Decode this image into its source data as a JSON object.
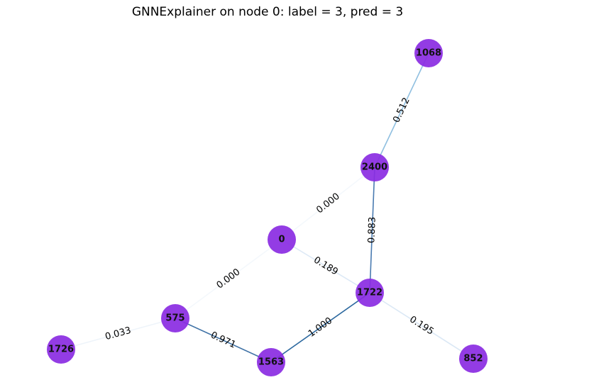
{
  "figure": {
    "title": "GNNExplainer on node 0: label = 3, pred = 3"
  },
  "graph": {
    "node_color": "#8a2be2",
    "nodes": [
      {
        "id": "0",
        "label": "0"
      },
      {
        "id": "575",
        "label": "575"
      },
      {
        "id": "1068",
        "label": "1068"
      },
      {
        "id": "1563",
        "label": "1563"
      },
      {
        "id": "1722",
        "label": "1722"
      },
      {
        "id": "1726",
        "label": "1726"
      },
      {
        "id": "2400",
        "label": "2400"
      },
      {
        "id": "852",
        "label": "852"
      }
    ],
    "edges": [
      {
        "source": "1068",
        "target": "2400",
        "weight": "0.512",
        "color": "#8fbfe0"
      },
      {
        "source": "2400",
        "target": "0",
        "weight": "0.000",
        "color": "#f4f8fc"
      },
      {
        "source": "2400",
        "target": "1722",
        "weight": "0.883",
        "color": "#4a7bb1"
      },
      {
        "source": "0",
        "target": "1722",
        "weight": "0.189",
        "color": "#dde9f6"
      },
      {
        "source": "0",
        "target": "575",
        "weight": "0.000",
        "color": "#f4f8fc"
      },
      {
        "source": "1722",
        "target": "1563",
        "weight": "1.000",
        "color": "#2e6aa0"
      },
      {
        "source": "1722",
        "target": "852",
        "weight": "0.195",
        "color": "#dbe8f5"
      },
      {
        "source": "575",
        "target": "1563",
        "weight": "0.971",
        "color": "#3f72a6"
      },
      {
        "source": "575",
        "target": "1726",
        "weight": "0.033",
        "color": "#eef4fa"
      }
    ]
  }
}
